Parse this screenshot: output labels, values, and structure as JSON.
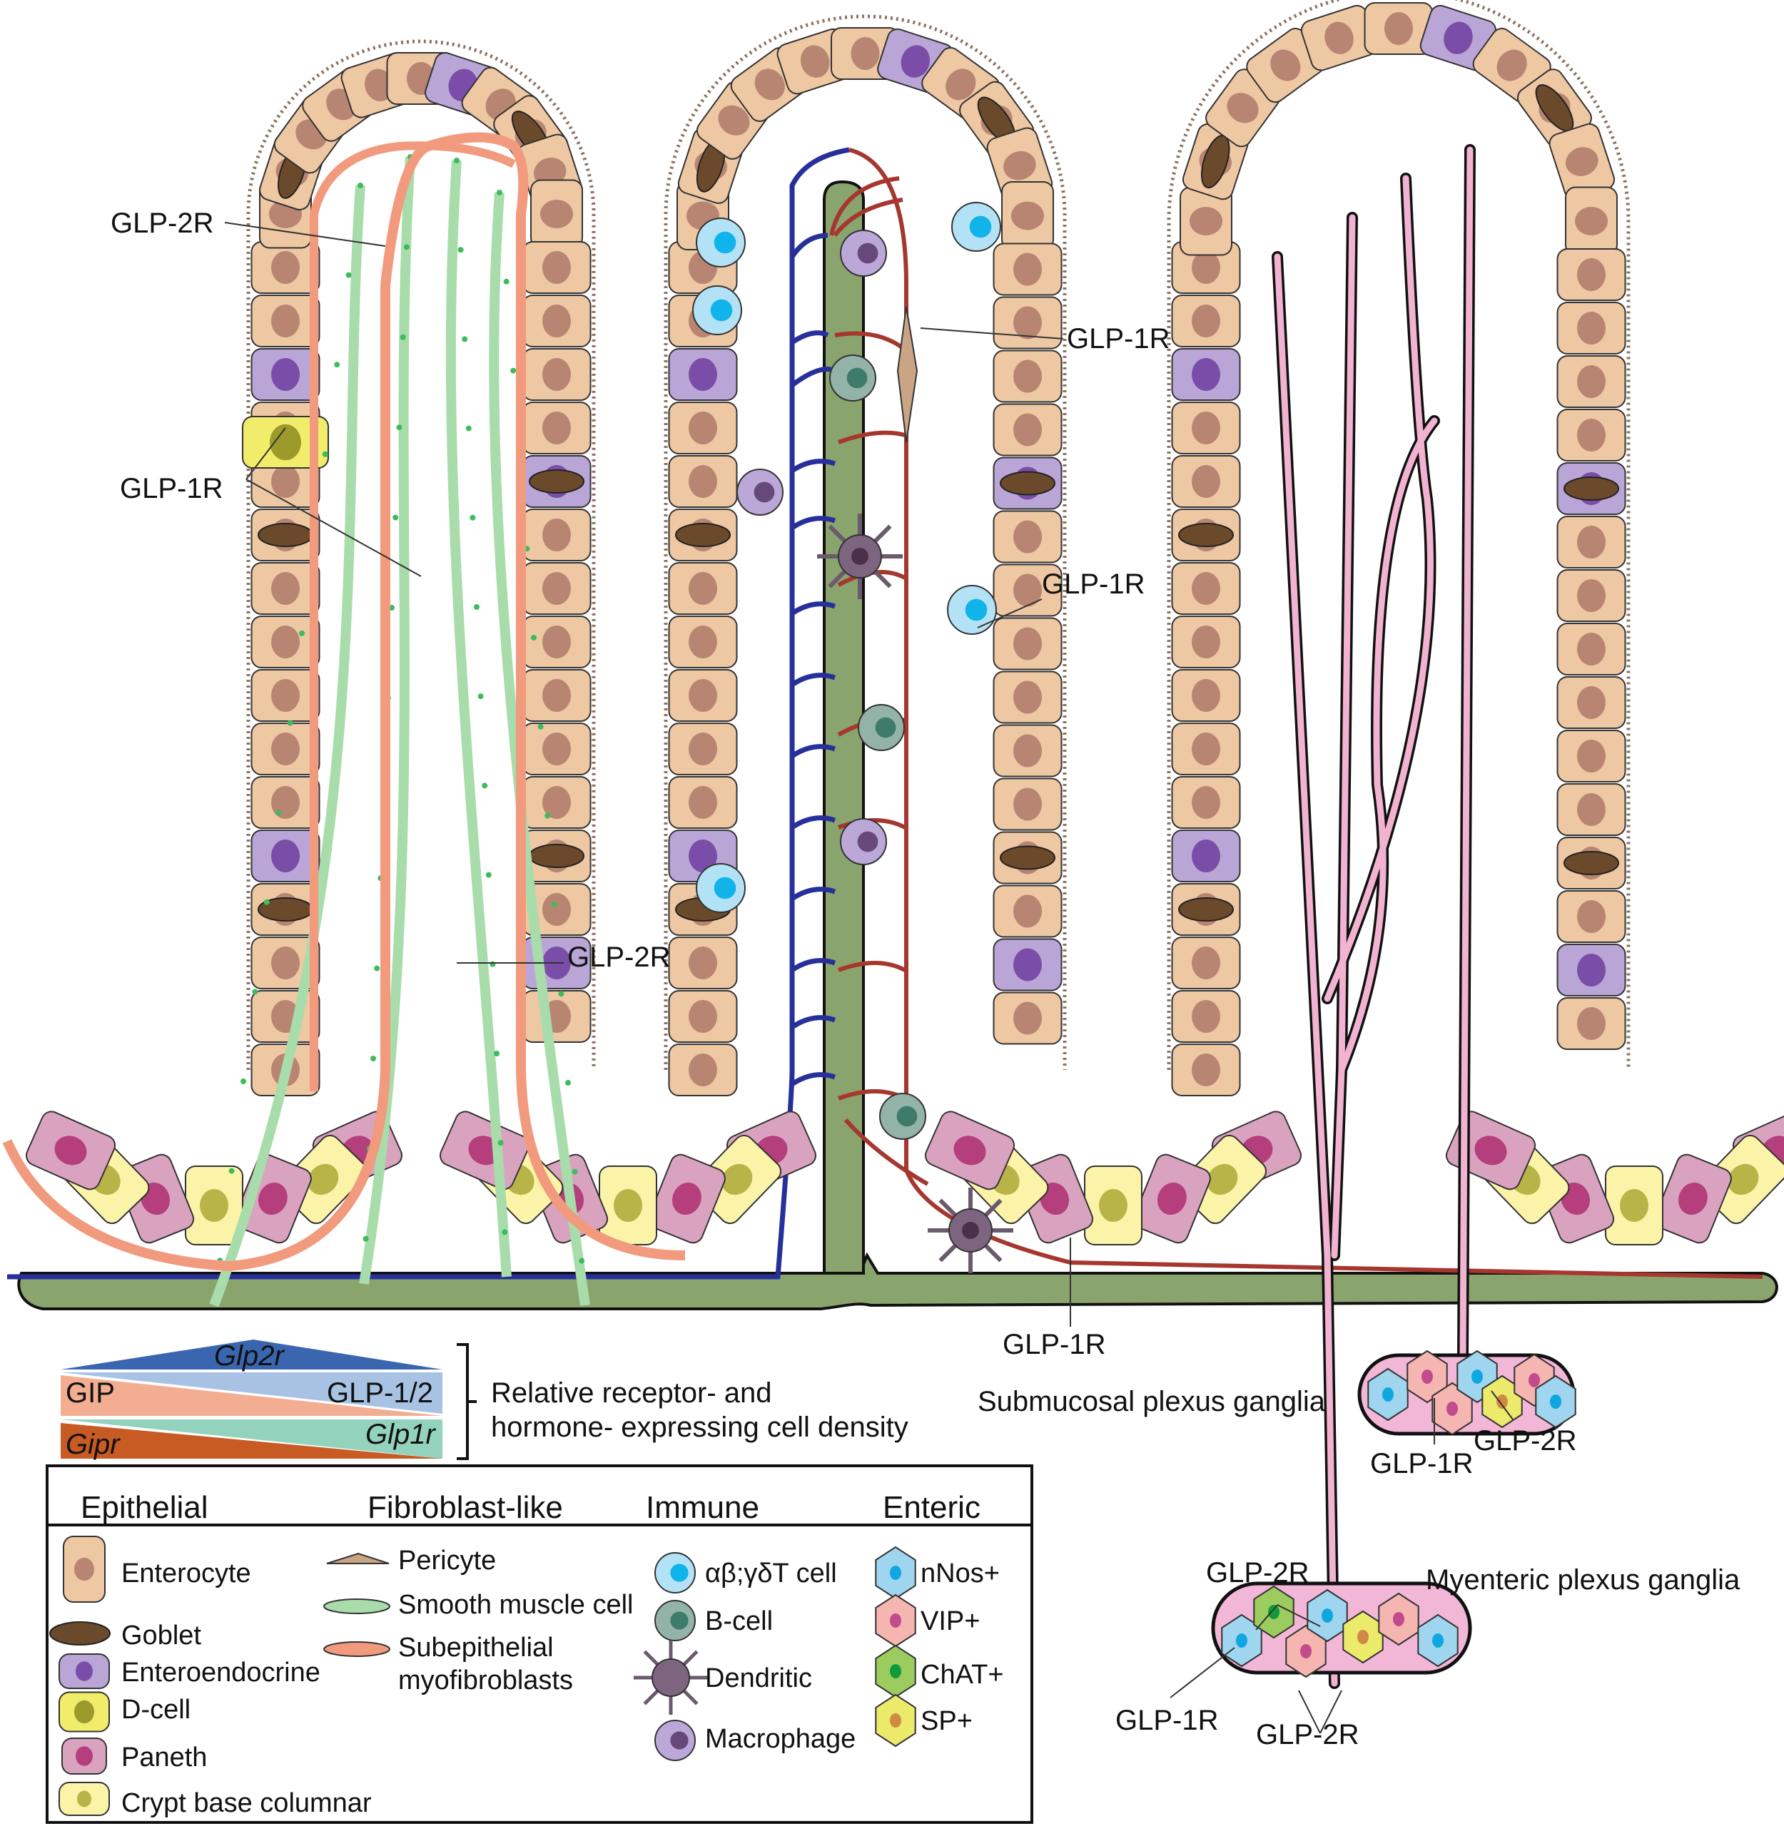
{
  "colors": {
    "enterocyte": "#eec7a3",
    "enterocyte_nucleus": "#b88573",
    "goblet": "#6b4a2c",
    "enteroendocrine": "#b9a6d6",
    "enteroendocrine_nucleus": "#7a4ea8",
    "dcell": "#f2ec6b",
    "dcell_nucleus": "#9c9a2a",
    "paneth": "#d9a3c0",
    "paneth_nucleus": "#b43f7c",
    "cbc": "#fbf4a8",
    "cbc_nucleus": "#b8b447",
    "smooth_muscle": "#a8dcaa",
    "smooth_muscle_nucleus": "#3cbc5c",
    "myofibroblast": "#f29a7d",
    "myofibroblast_nucleus": "#e8352b",
    "pericyte": "#c9a585",
    "tcell": "#b3e2f6",
    "tcell_nucleus": "#10b4ea",
    "bcell": "#93b3a9",
    "bcell_nucleus": "#3e7c69",
    "dendritic": "#7d6580",
    "macrophage": "#bba8d9",
    "macrophage_nucleus": "#66487a",
    "lacteal": "#8aa46e",
    "vein": "#27309a",
    "artery": "#a6372f",
    "nerve": "#f2b3d0",
    "ganglion": "#f2b6d6",
    "nnos": "#9fd5ef",
    "vip": "#f5b5b0",
    "chat": "#9ccc5e",
    "sp": "#ecea6a",
    "gradient_glp2r": "#3a66b0",
    "gradient_glp12": "#a8c2e4",
    "gradient_gip": "#f3ae92",
    "gradient_glp1r": "#93d3bd",
    "gradient_gipr": "#c85a24"
  },
  "annotations": {
    "villus1_glp2r_top": "GLP-2R",
    "villus1_glp1r": "GLP-1R",
    "villus1_glp2r_bottom": "GLP-2R",
    "villus2_glp1r_pericyte": "GLP-1R",
    "villus2_glp1r_tcell": "GLP-1R",
    "crypt_glp1r": "GLP-1R",
    "submucosal_label": "Submucosal plexus ganglia",
    "submucosal_glp1r": "GLP-1R",
    "submucosal_glp2r": "GLP-2R",
    "myenteric_label": "Myenteric plexus ganglia",
    "myenteric_glp2r_top": "GLP-2R",
    "myenteric_glp1r": "GLP-1R",
    "myenteric_glp2r_bottom": "GLP-2R"
  },
  "gradient": {
    "glp2r": "Glp2r",
    "gip": "GIP",
    "glp12": "GLP-1/2",
    "gipr": "Gipr",
    "glp1r": "Glp1r",
    "caption_line1": "Relative receptor- and",
    "caption_line2": "hormone- expressing cell density"
  },
  "legend": {
    "headers": {
      "epithelial": "Epithelial",
      "fibroblast": "Fibroblast-like",
      "immune": "Immune",
      "enteric": "Enteric"
    },
    "epithelial": [
      "Enterocyte",
      "Goblet",
      "Enteroendocrine",
      "D-cell",
      "Paneth",
      "Crypt base columnar"
    ],
    "fibroblast": [
      "Pericyte",
      "Smooth muscle cell",
      "Subepithelial",
      "myofibroblasts"
    ],
    "immune": [
      "αβ;γδT cell",
      "B-cell",
      "Dendritic",
      "Macrophage"
    ],
    "enteric": [
      "nNos+",
      "VIP+",
      "ChAT+",
      "SP+"
    ]
  }
}
